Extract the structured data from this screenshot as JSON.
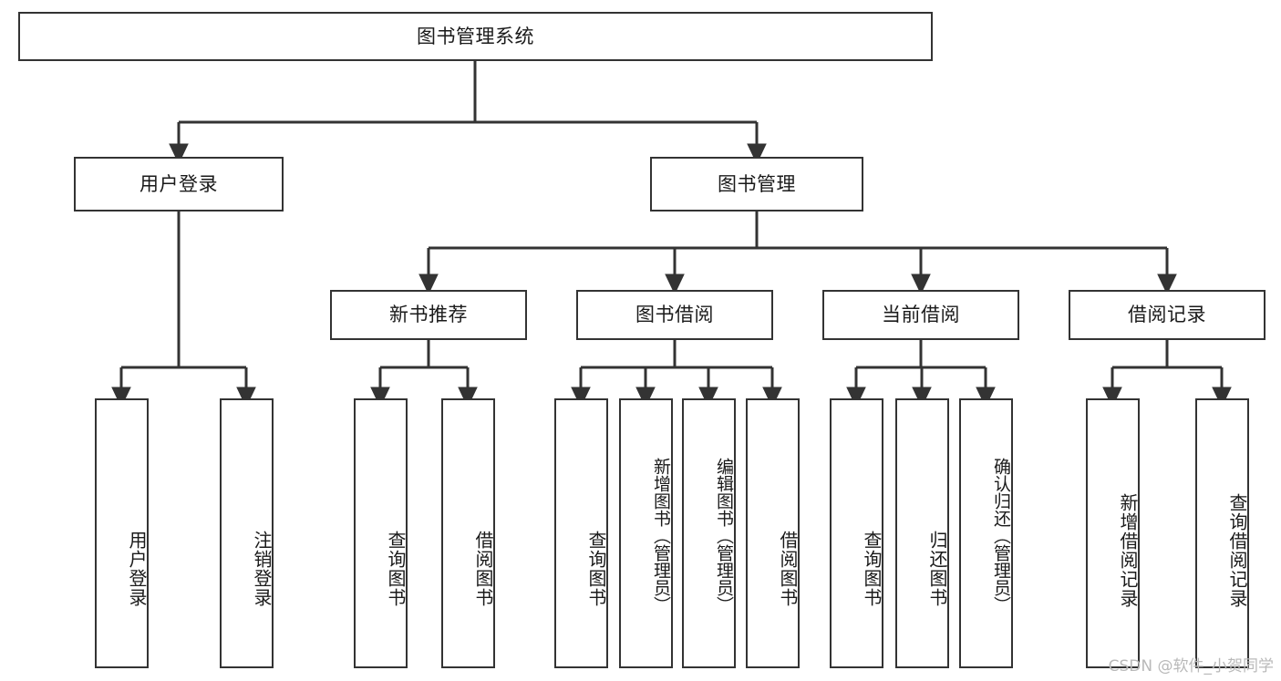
{
  "diagram": {
    "title": "图书管理系统",
    "watermark": "CSDN @软件_小贺同学",
    "colors": {
      "border": "#333333",
      "background": "#ffffff",
      "text": "#1a1a1a",
      "watermark": "#b9b9b9"
    },
    "nodes": {
      "root": {
        "label": "图书管理系统"
      },
      "level1": [
        {
          "id": "user-login",
          "label": "用户登录"
        },
        {
          "id": "book-manage",
          "label": "图书管理"
        }
      ],
      "level2": [
        {
          "id": "new-book-recommend",
          "label": "新书推荐"
        },
        {
          "id": "book-borrow",
          "label": "图书借阅"
        },
        {
          "id": "current-borrow",
          "label": "当前借阅"
        },
        {
          "id": "borrow-record",
          "label": "借阅记录"
        }
      ],
      "leaves": {
        "user_login": [
          {
            "id": "leaf-user-login",
            "label": "用户登录"
          },
          {
            "id": "leaf-user-logout",
            "label": "注销登录"
          }
        ],
        "new_book_recommend": [
          {
            "id": "leaf-query-book-1",
            "label": "查询图书"
          },
          {
            "id": "leaf-borrow-book-1",
            "label": "借阅图书"
          }
        ],
        "book_borrow": [
          {
            "id": "leaf-query-book-2",
            "label": "查询图书"
          },
          {
            "id": "leaf-add-book",
            "label": "新增图书（管理员）"
          },
          {
            "id": "leaf-edit-book",
            "label": "编辑图书（管理员）"
          },
          {
            "id": "leaf-borrow-book-2",
            "label": "借阅图书"
          }
        ],
        "current_borrow": [
          {
            "id": "leaf-query-book-3",
            "label": "查询图书"
          },
          {
            "id": "leaf-return-book",
            "label": "归还图书"
          },
          {
            "id": "leaf-confirm-return",
            "label": "确认归还（管理员）"
          }
        ],
        "borrow_record": [
          {
            "id": "leaf-add-record",
            "label": "新增借阅记录"
          },
          {
            "id": "leaf-query-record",
            "label": "查询借阅记录"
          }
        ]
      }
    }
  }
}
